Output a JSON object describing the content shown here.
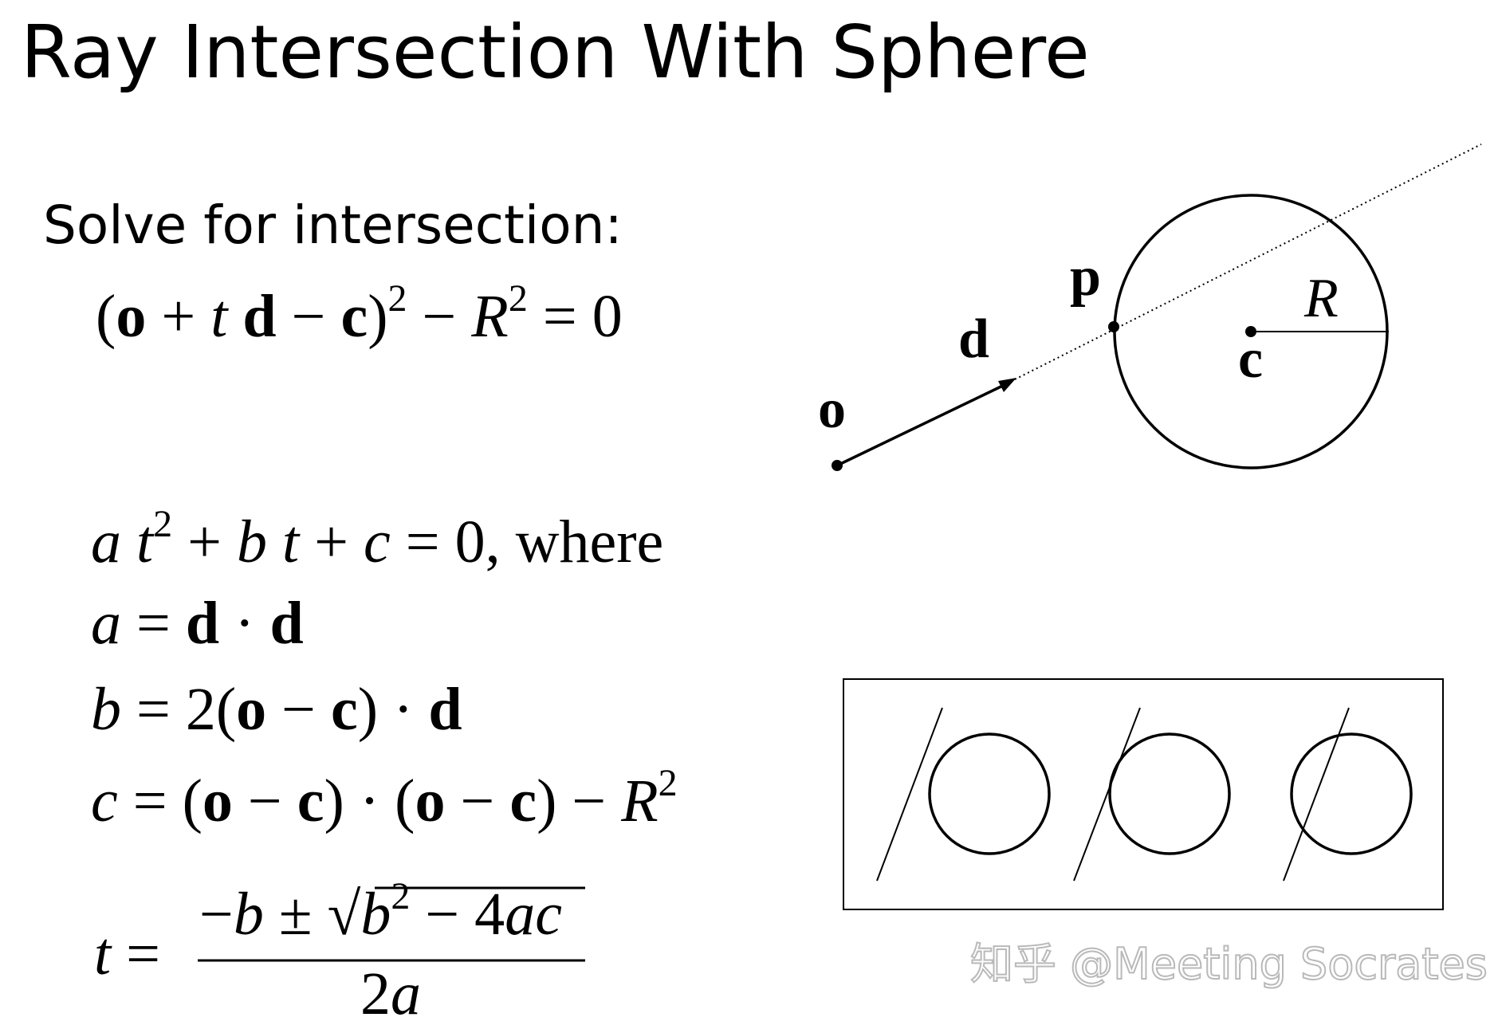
{
  "title": "Ray Intersection With Sphere",
  "subtitle": "Solve for intersection:",
  "math": {
    "eq1": [
      "(",
      "o",
      " + ",
      "t",
      " d",
      " − ",
      "c",
      ")",
      "2",
      " − ",
      "R",
      "2",
      " = 0"
    ],
    "quad": [
      "a",
      " t",
      "2",
      " + ",
      "b",
      " t",
      " + ",
      "c",
      " = 0,  ",
      "where"
    ],
    "a_def": [
      "a",
      " = ",
      "d",
      " · ",
      "d"
    ],
    "b_def": [
      "b",
      " = 2(",
      "o",
      " − ",
      "c",
      ") · ",
      "d"
    ],
    "c_def": [
      "c",
      " = (",
      "o",
      " − ",
      "c",
      ") · (",
      "o",
      " − ",
      "c",
      ") − ",
      "R",
      "2"
    ],
    "t_def": {
      "lhs": [
        "t",
        " ="
      ],
      "num": [
        "−",
        "b",
        " ± ",
        "√",
        "b",
        "2",
        " − 4",
        "ac"
      ],
      "den": [
        "2",
        "a"
      ]
    }
  },
  "diagram": {
    "labels": {
      "origin": "o",
      "direction": "d",
      "point": "p",
      "radius": "R",
      "center": "c"
    }
  },
  "watermark": "知乎 @Meeting Socrates"
}
